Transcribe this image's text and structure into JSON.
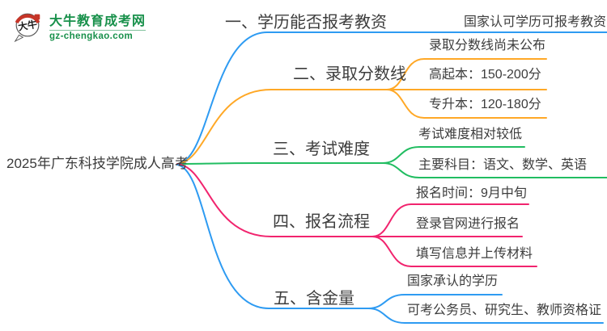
{
  "theme": {
    "background": "#FFFFFF",
    "text_color": "#3D3D3D",
    "logo_green": "#17904A",
    "logo_red": "#C63528",
    "blue": "#2E9BF2",
    "orange": "#FFA826",
    "green": "#21BD61",
    "pink": "#F1246E"
  },
  "logo": {
    "icon_text": "大牛",
    "title": "大牛教育成考网",
    "domain": "gz-chengkao.com"
  },
  "root": {
    "label": "2025年广东科技学院成人高考"
  },
  "branches": [
    {
      "label": "一、学历能否报考教资",
      "color": "#2E9BF2",
      "children": [
        {
          "label": "国家认可学历可报考教资"
        }
      ]
    },
    {
      "label": "二、录取分数线",
      "color": "#FFA826",
      "children": [
        {
          "label": "录取分数线尚未公布"
        },
        {
          "label": "高起本：150-200分"
        },
        {
          "label": "专升本：120-180分"
        }
      ]
    },
    {
      "label": "三、考试难度",
      "color": "#21BD61",
      "children": [
        {
          "label": "考试难度相对较低"
        },
        {
          "label": "主要科目：语文、数学、英语"
        }
      ]
    },
    {
      "label": "四、报名流程",
      "color": "#F1246E",
      "children": [
        {
          "label": "报名时间：9月中旬"
        },
        {
          "label": "登录官网进行报名"
        },
        {
          "label": "填写信息并上传材料"
        }
      ]
    },
    {
      "label": "五、含金量",
      "color": "#2E9BF2",
      "children": [
        {
          "label": "国家承认的学历"
        },
        {
          "label": "可考公务员、研究生、教师资格证"
        }
      ]
    }
  ]
}
